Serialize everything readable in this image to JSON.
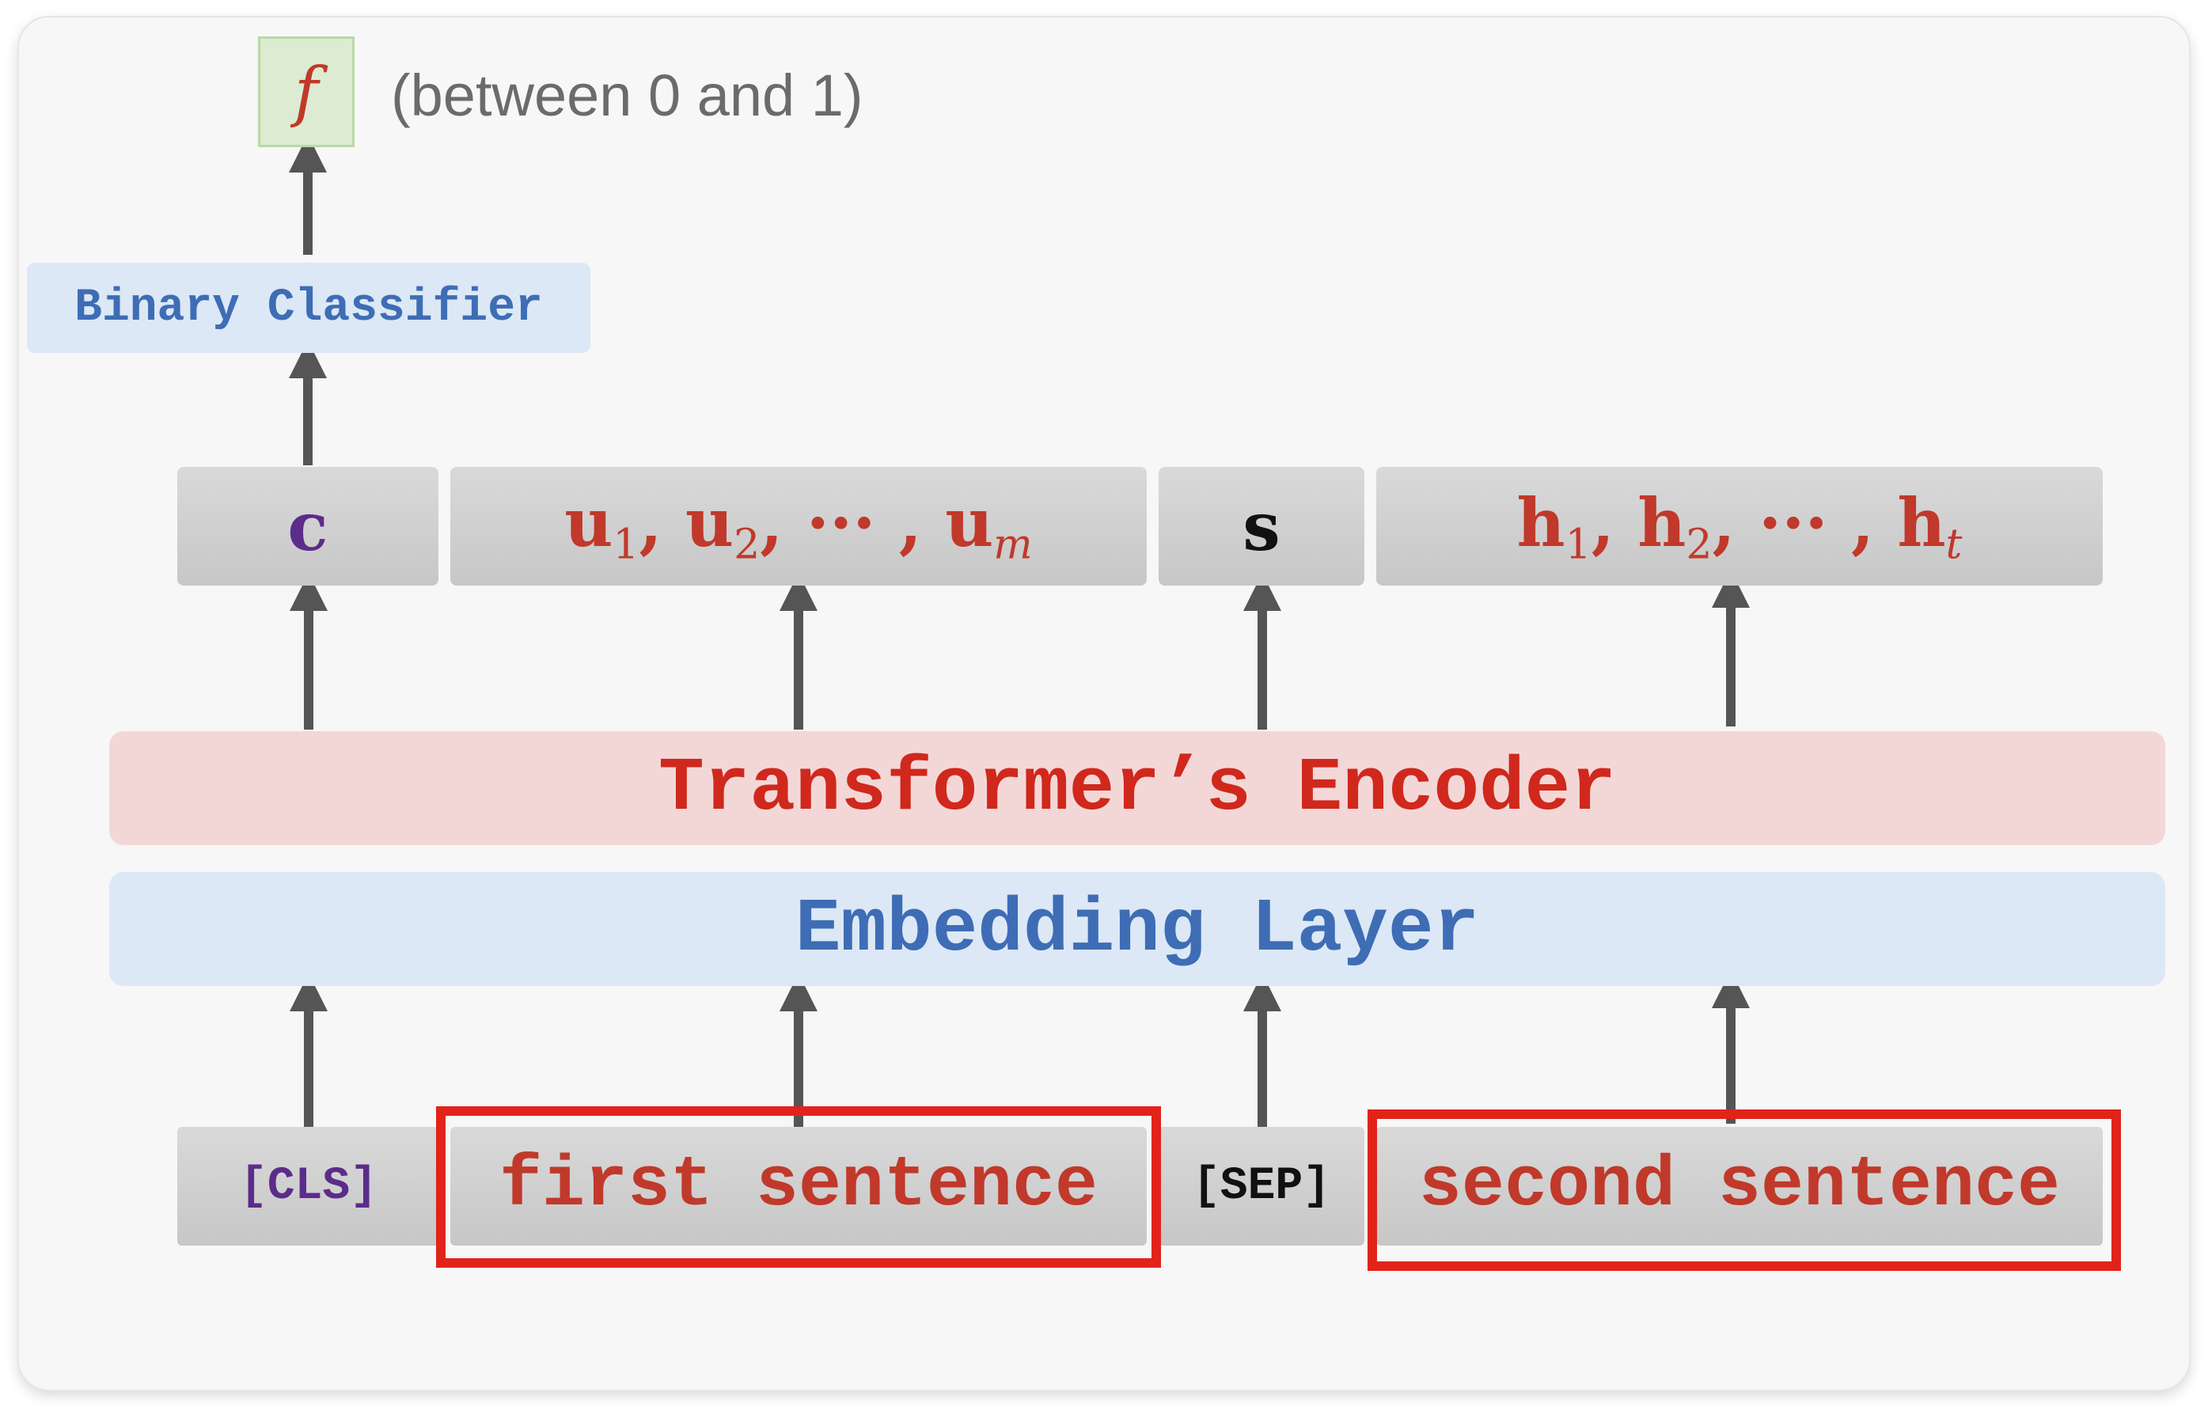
{
  "output": {
    "symbol": "f",
    "note": "(between 0 and 1)"
  },
  "classifier": {
    "label": "Binary Classifier"
  },
  "outputs_row": {
    "c": "c",
    "u": {
      "base": "u",
      "s1": "1",
      "s2": "2",
      "sm": "m",
      "sep": ",",
      "dots": "···"
    },
    "s": "s",
    "h": {
      "base": "h",
      "s1": "1",
      "s2": "2",
      "st": "t",
      "sep": ",",
      "dots": "···"
    }
  },
  "encoder": {
    "label": "Transformer’s Encoder"
  },
  "embedding": {
    "label": "Embedding Layer"
  },
  "inputs": {
    "cls": "[CLS]",
    "first": "first sentence",
    "sep": "[SEP]",
    "second": "second sentence"
  },
  "colors": {
    "accent_red": "#e2231a",
    "encoder_bg": "#f3d7d7",
    "embedding_bg": "#dce8f5",
    "classifier_text": "#3e6db5"
  }
}
